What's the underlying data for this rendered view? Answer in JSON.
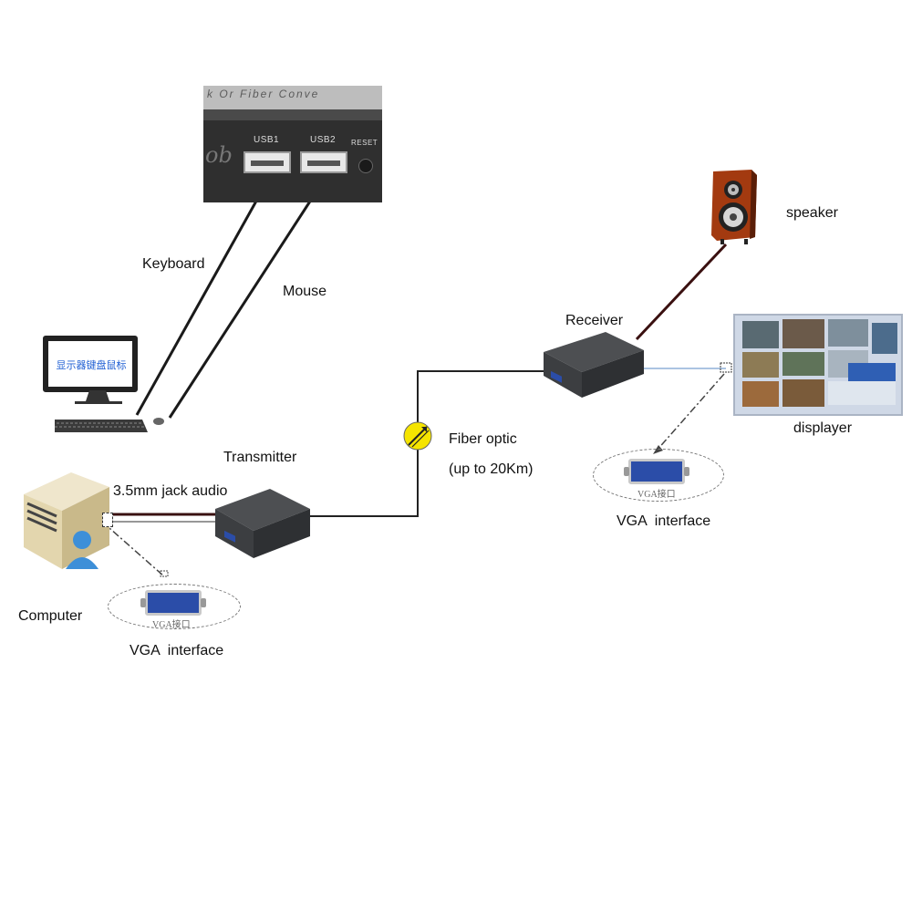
{
  "usb_panel": {
    "top_text": "k Or Fiber Conve",
    "port1_label": "USB1",
    "port2_label": "USB2",
    "reset_label": "RESET",
    "logo_fragment": "ob"
  },
  "labels": {
    "keyboard": "Keyboard",
    "mouse": "Mouse",
    "speaker": "speaker",
    "receiver": "Receiver",
    "displayer": "displayer",
    "transmitter": "Transmitter",
    "audio": "3.5mm jack audio",
    "fiber_line1": "Fiber optic",
    "fiber_line2": "(up to 20Km)",
    "computer": "Computer",
    "vga_left": "VGA  interface",
    "vga_right": "VGA  interface"
  },
  "monitor": {
    "screen_text": "显示器键盘鼠标"
  },
  "vga": {
    "caption_left": "VGA接口",
    "caption_right": "VGA接口"
  },
  "colors": {
    "cable_dark": "#3a1010",
    "fiber_line": "#222222",
    "fiber_marker": "#f5e400",
    "vga_blue": "#2b4da8",
    "video_line": "#8fb0d8"
  }
}
